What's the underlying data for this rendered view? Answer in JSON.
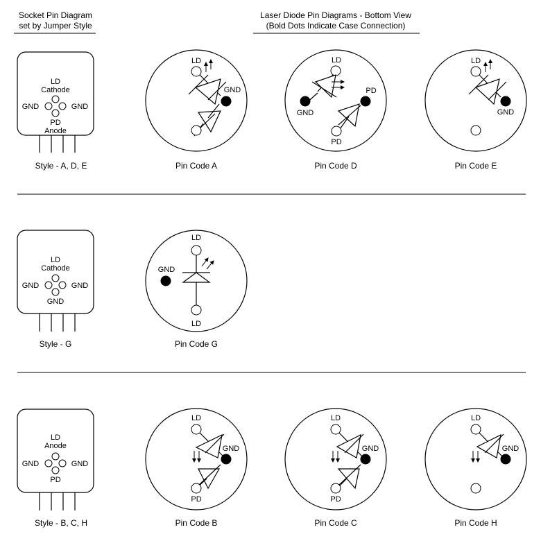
{
  "headers": {
    "socket_line1": "Socket Pin Diagram",
    "socket_line2": "set by Jumper Style",
    "laser_line1": "Laser Diode Pin Diagrams - Bottom View",
    "laser_line2": "(Bold Dots Indicate Case Connection)"
  },
  "sockets": [
    {
      "top1": "LD",
      "top2": "Cathode",
      "left": "GND",
      "right": "GND",
      "bottom1": "PD",
      "bottom2": "Anode",
      "caption": "Style - A, D, E"
    },
    {
      "top1": "LD",
      "top2": "Cathode",
      "left": "GND",
      "right": "GND",
      "bottom1": "GND",
      "caption": "Style - G"
    },
    {
      "top1": "LD",
      "top2": "Anode",
      "left": "GND",
      "right": "GND",
      "bottom1": "PD",
      "caption": "Style - B, C, H"
    }
  ],
  "codes": {
    "A": {
      "caption": "Pin Code A",
      "ld": "LD",
      "gnd": "GND"
    },
    "D": {
      "caption": "Pin Code D",
      "ld": "LD",
      "gnd": "GND",
      "pd_right": "PD",
      "pd_bottom": "PD"
    },
    "E": {
      "caption": "Pin Code E",
      "ld": "LD",
      "gnd": "GND"
    },
    "G": {
      "caption": "Pin Code G",
      "ld_top": "LD",
      "ld_bottom": "LD",
      "gnd": "GND"
    },
    "B": {
      "caption": "Pin Code B",
      "ld": "LD",
      "gnd": "GND",
      "pd": "PD"
    },
    "C": {
      "caption": "Pin Code C",
      "ld": "LD",
      "gnd": "GND",
      "pd": "PD"
    },
    "H": {
      "caption": "Pin Code H",
      "ld": "LD",
      "gnd": "GND"
    }
  }
}
